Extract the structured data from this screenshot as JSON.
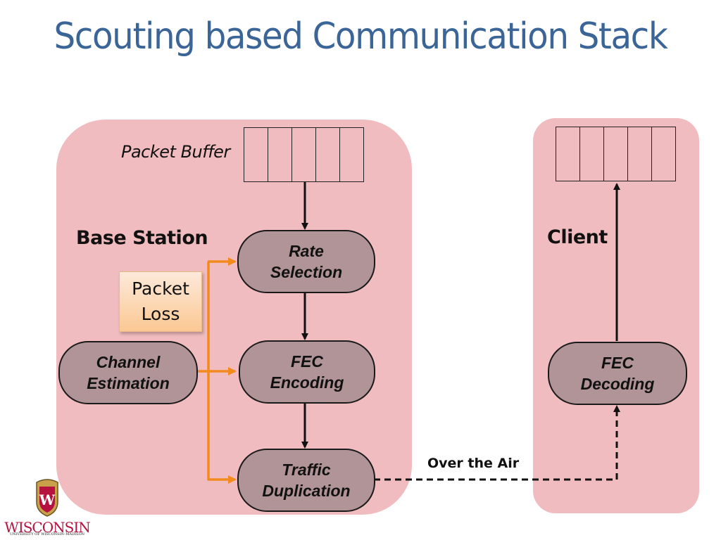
{
  "slide": {
    "title": "Scouting based Communication Stack"
  },
  "base_station": {
    "label": "Base Station",
    "buffer_label": "Packet Buffer",
    "buffer_cells": 5,
    "nodes": {
      "rate_selection": "Rate\nSelection",
      "fec_encoding": "FEC\nEncoding",
      "traffic_duplication": "Traffic\nDuplication",
      "channel_estimation": "Channel\nEstimation"
    },
    "packet_loss": "Packet\nLoss"
  },
  "client": {
    "label": "Client",
    "buffer_cells": 5,
    "nodes": {
      "fec_decoding": "FEC\nDecoding"
    }
  },
  "link": {
    "label": "Over the Air"
  },
  "logo": {
    "name": "WISCONSIN",
    "subtitle": "UNIVERSITY OF WISCONSIN–MADISON"
  },
  "colors": {
    "title": "#3b6597",
    "panel": "#f1bcbf",
    "node": "#b19498",
    "orange_arrow": "#f28a1e",
    "logo_red": "#b5123f"
  }
}
